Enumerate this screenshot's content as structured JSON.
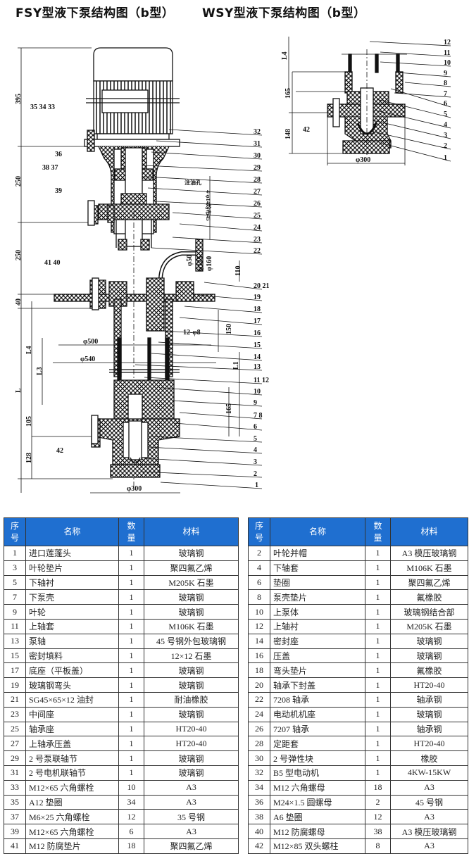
{
  "titles": {
    "fsy": "FSY型液下泵结构图（b型）",
    "wsy": "WSY型液下泵结构图（b型）"
  },
  "fsy_drawing": {
    "callouts_right": [
      "32",
      "31",
      "30",
      "29",
      "28",
      "27",
      "26",
      "25",
      "24",
      "23",
      "22",
      "20  21",
      "19",
      "18",
      "17",
      "16",
      "15",
      "14",
      "13",
      "11  12",
      "10",
      "9",
      "7  8",
      "6",
      "5",
      "4",
      "3",
      "2",
      "1"
    ],
    "callouts_left": [
      "35  34  33",
      "36",
      "38  37",
      "39",
      "41  40",
      "42"
    ],
    "dimensions": [
      "395",
      "250",
      "250",
      "40",
      "L4",
      "L",
      "L3",
      "105",
      "128",
      "φ500",
      "φ540",
      "φ300",
      "12-φ8",
      "150",
      "L1",
      "165",
      "φ50",
      "φ125",
      "φ160",
      "110"
    ],
    "notes": [
      "注油孔",
      "4-φ14均布45"
    ]
  },
  "wsy_drawing": {
    "callouts_right": [
      "12",
      "11",
      "10",
      "9",
      "8",
      "7",
      "6",
      "5",
      "4",
      "3",
      "2",
      "1"
    ],
    "callouts_left": [
      "42"
    ],
    "dimensions": [
      "L4",
      "165",
      "148",
      "φ300"
    ]
  },
  "table": {
    "headers": {
      "no": "序号",
      "name": "名称",
      "qty": "数量",
      "material": "材料"
    },
    "left_rows": [
      [
        "1",
        "进口莲蓬头",
        "1",
        "玻璃钢"
      ],
      [
        "3",
        "叶轮垫片",
        "1",
        "聚四氟乙烯"
      ],
      [
        "5",
        "下轴衬",
        "1",
        "M205K 石墨"
      ],
      [
        "7",
        "下泵壳",
        "1",
        "玻璃钢"
      ],
      [
        "9",
        "叶轮",
        "1",
        "玻璃钢"
      ],
      [
        "11",
        "上轴套",
        "1",
        "M106K 石墨"
      ],
      [
        "13",
        "泵轴",
        "1",
        "45 号钢外包玻璃钢"
      ],
      [
        "15",
        "密封填料",
        "1",
        "12×12 石墨"
      ],
      [
        "17",
        "底座（平板盖）",
        "1",
        "玻璃钢"
      ],
      [
        "19",
        "玻璃钢弯头",
        "1",
        "玻璃钢"
      ],
      [
        "21",
        "SG45×65×12 油封",
        "1",
        "耐油橡胶"
      ],
      [
        "23",
        "中间座",
        "1",
        "玻璃钢"
      ],
      [
        "25",
        "轴承座",
        "1",
        "HT20-40"
      ],
      [
        "27",
        "上轴承压盖",
        "1",
        "HT20-40"
      ],
      [
        "29",
        "2 号泵联轴节",
        "1",
        "玻璃钢"
      ],
      [
        "31",
        "2 号电机联轴节",
        "1",
        "玻璃钢"
      ],
      [
        "33",
        "M12×65 六角螺栓",
        "10",
        "A3"
      ],
      [
        "35",
        "A12 垫圈",
        "34",
        "A3"
      ],
      [
        "37",
        "M6×25 六角螺栓",
        "12",
        "35 号钢"
      ],
      [
        "39",
        "M12×65 六角螺栓",
        "6",
        "A3"
      ],
      [
        "41",
        "M12 防腐垫片",
        "18",
        "聚四氟乙烯"
      ]
    ],
    "right_rows": [
      [
        "2",
        "叶轮并帽",
        "1",
        "A3 模压玻璃钢"
      ],
      [
        "4",
        "下轴套",
        "1",
        "M106K 石墨"
      ],
      [
        "6",
        "垫圈",
        "1",
        "聚四氟乙烯"
      ],
      [
        "8",
        "泵壳垫片",
        "1",
        "氟橡胶"
      ],
      [
        "10",
        "上泵体",
        "1",
        "玻璃钢结合部"
      ],
      [
        "12",
        "上轴衬",
        "1",
        "M205K 石墨"
      ],
      [
        "14",
        "密封座",
        "1",
        "玻璃钢"
      ],
      [
        "16",
        "压盖",
        "1",
        "玻璃钢"
      ],
      [
        "18",
        "弯头垫片",
        "1",
        "氟橡胶"
      ],
      [
        "20",
        "轴承下封盖",
        "1",
        "HT20-40"
      ],
      [
        "22",
        "7208 轴承",
        "1",
        "轴承钢"
      ],
      [
        "24",
        "电动机机座",
        "1",
        "玻璃钢"
      ],
      [
        "26",
        "7207 轴承",
        "1",
        "轴承钢"
      ],
      [
        "28",
        "定距套",
        "1",
        "HT20-40"
      ],
      [
        "30",
        "2 号弹性块",
        "1",
        "橡胶"
      ],
      [
        "32",
        "B5 型电动机",
        "1",
        "4KW-15KW"
      ],
      [
        "34",
        "M12 六角螺母",
        "18",
        "A3"
      ],
      [
        "36",
        "M24×1.5 圆螺母",
        "2",
        "45 号钢"
      ],
      [
        "38",
        "A6 垫圈",
        "12",
        "A3"
      ],
      [
        "40",
        "M12 防腐螺母",
        "38",
        "A3 模压玻璃钢"
      ],
      [
        "42",
        "M12×85 双头螺柱",
        "8",
        "A3"
      ]
    ]
  },
  "colors": {
    "header_bg": "#1f6fd0",
    "header_text": "#ffffff",
    "line": "#111111"
  }
}
